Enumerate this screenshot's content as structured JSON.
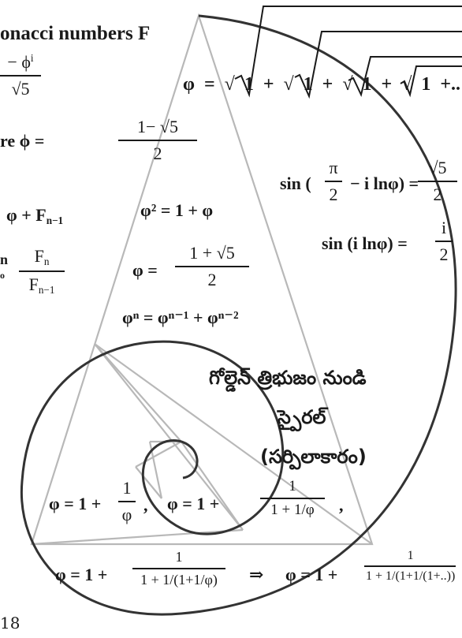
{
  "header": {
    "fibonacci": "onacci numbers F"
  },
  "left_formulas": {
    "minus_phi_i": "− ϕ",
    "sup_i": "i",
    "sqrt5_den": "√5",
    "where_prefix": "re ϕ =",
    "where_num": "1− √5",
    "where_den": "2",
    "recurrence": "φ + F",
    "recurrence_sub": "n−1",
    "limit_prefix": "n",
    "limit_sub": "o",
    "limit_num": "F",
    "limit_num_sub": "n",
    "limit_den": "F",
    "limit_den_sub": "n−1"
  },
  "nested_radical": {
    "text": "φ = √ 1 + √ 1 + √ 1 + √ 1 +.."
  },
  "sin_formulas": {
    "sin1_lhs": "sin (",
    "sin1_frac_num": "π",
    "sin1_frac_den": "2",
    "sin1_tail": "− i lnφ) =",
    "sin1_rhs_num": "√5",
    "sin1_rhs_den": "2",
    "sin2_lhs": "sin (i lnφ) =",
    "sin2_rhs_num": "i",
    "sin2_rhs_den": "2"
  },
  "triangle_formulas": {
    "phi_squared": "φ² = 1 + φ",
    "phi_eq": "φ =",
    "phi_num": "1 + √5",
    "phi_den": "2",
    "phi_n": "φⁿ = φⁿ⁻¹ + φⁿ⁻²"
  },
  "caption": {
    "line1": "గోల్డెన్ త్రిభుజం నుండి",
    "line2": "స్పైరల్",
    "line3": "(సర్పిలాకారం)"
  },
  "continued_fractions": {
    "cf1_prefix": "φ = 1 +",
    "cf1_num": "1",
    "cf1_den": "φ",
    "comma1": ",",
    "cf2_prefix": "φ = 1 +",
    "cf2_num": "1",
    "cf2_den": "1 + 1/φ",
    "comma2": ",",
    "cf3_prefix": "φ = 1 +",
    "cf3_num": "1",
    "cf3_den": "1 + 1/(1+1/φ)",
    "implies": "⇒",
    "cf4_prefix": "φ = 1 +",
    "cf4_num": "1",
    "cf4_den": "1 + 1/(1+1/(1+..))"
  },
  "page_number": "18",
  "colors": {
    "ink": "#1a1a1a",
    "line": "#b0b0b0",
    "spiral": "#333333"
  }
}
